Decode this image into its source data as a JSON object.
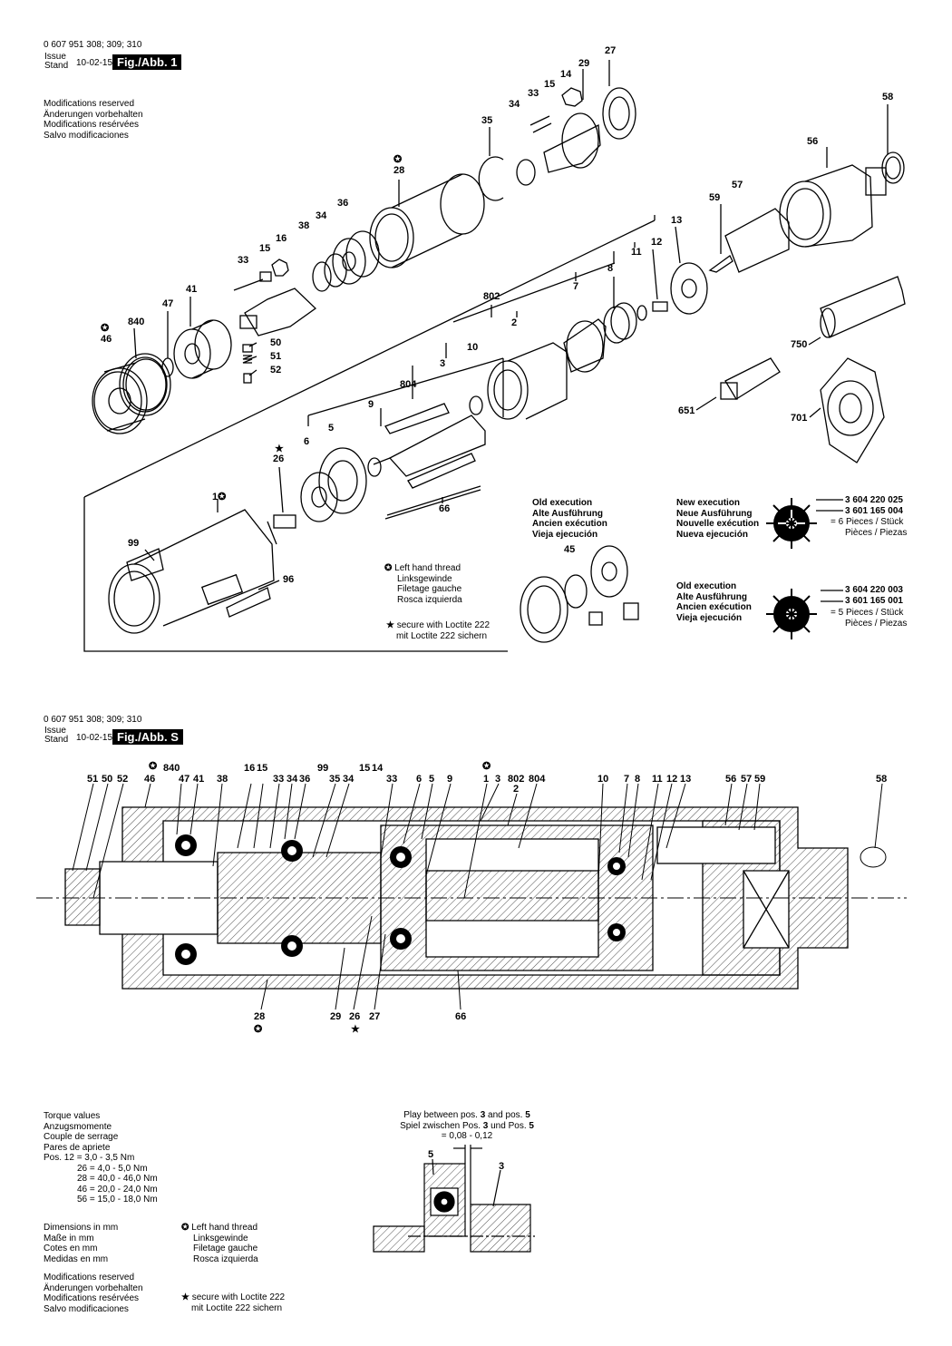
{
  "sheet1": {
    "header": {
      "part_numbers": "0 607 951 308; 309; 310",
      "issue_label": "Issue",
      "stand_label": "Stand",
      "date": "10-02-15",
      "figure_label": "Fig./Abb. 1"
    },
    "modifications": [
      "Modifications reserved",
      "Änderungen vorbehalten",
      "Modifications resérvées",
      "Salvo modificaciones"
    ],
    "left_hand_thread": [
      "Left hand thread",
      "Linksgewinde",
      "Filetage gauche",
      "Rosca izquierda"
    ],
    "loctite": [
      "secure with Loctite 222",
      "mit Loctite 222 sichern"
    ],
    "old_execution_45": [
      "Old execution",
      "Alte Ausführung",
      "Ancien exécution",
      "Vieja ejecución"
    ],
    "new_execution": [
      "New execution",
      "Neue Ausführung",
      "Nouvelle exécution",
      "Nueva ejecución"
    ],
    "new_parts": [
      "3 604 220 025",
      "3 601 165 004"
    ],
    "new_pieces": [
      "= 6 Pieces / Stück",
      "Pièces / Piezas"
    ],
    "old_execution": [
      "Old execution",
      "Alte Ausführung",
      "Ancien exécution",
      "Vieja ejecución"
    ],
    "old_parts": [
      "3 604 220 003",
      "3 601 165 001"
    ],
    "old_pieces": [
      "= 5 Pieces / Stück",
      "Pièces / Piezas"
    ],
    "callouts": [
      "27",
      "29",
      "14",
      "15",
      "33",
      "34",
      "35",
      "58",
      "56",
      "28",
      "57",
      "59",
      "13",
      "36",
      "34",
      "38",
      "16",
      "15",
      "33",
      "12",
      "11",
      "8",
      "41",
      "47",
      "840",
      "46",
      "802",
      "7",
      "2",
      "50",
      "51",
      "52",
      "10",
      "3",
      "804",
      "750",
      "651",
      "701",
      "9",
      "5",
      "6",
      "26",
      "1",
      "99",
      "96",
      "66",
      "45"
    ]
  },
  "sheet2": {
    "header": {
      "part_numbers": "0 607 951 308; 309; 310",
      "issue_label": "Issue",
      "stand_label": "Stand",
      "date": "10-02-15",
      "figure_label": "Fig./Abb. S"
    },
    "top_labels": [
      "51",
      "50",
      "52",
      "46",
      "47",
      "41",
      "38",
      "16",
      "15",
      "33",
      "34",
      "36",
      "35",
      "34",
      "33",
      "6",
      "5",
      "9",
      "1",
      "3",
      "802",
      "804",
      "10",
      "7",
      "8",
      "11",
      "12",
      "13",
      "56",
      "57",
      "59",
      "58"
    ],
    "top_upper": [
      "840",
      "99",
      "15",
      "14",
      "2"
    ],
    "bottom_labels": [
      "28",
      "29",
      "26",
      "27",
      "66"
    ],
    "torque": {
      "title": [
        "Torque values",
        "Anzugsmomente",
        "Couple de serrage",
        "Pares de apriete"
      ],
      "rows": [
        "Pos. 12 =   3,0 -   3,5 Nm",
        "26 =   4,0 -   5,0 Nm",
        "28 = 40,0 - 46,0 Nm",
        "46 = 20,0 - 24,0 Nm",
        "56 = 15,0 - 18,0 Nm"
      ]
    },
    "dimensions": [
      "Dimensions in mm",
      "Maße in mm",
      "Cotes en mm",
      "Medidas en mm"
    ],
    "left_hand_thread": [
      "Left hand thread",
      "Linksgewinde",
      "Filetage gauche",
      "Rosca izquierda"
    ],
    "modifications": [
      "Modifications reserved",
      "Änderungen vorbehalten",
      "Modifications resérvées",
      "Salvo modificaciones"
    ],
    "loctite": [
      "secure with Loctite 222",
      "mit Loctite 222 sichern"
    ],
    "play": {
      "line1_a": "Play between pos. ",
      "line1_b": "3",
      "line1_c": " and pos. ",
      "line1_d": "5",
      "line2_a": "Spiel zwischen Pos. ",
      "line2_b": "3",
      "line2_c": " und Pos. ",
      "line2_d": "5",
      "value": "= 0,08 - 0,12",
      "label5": "5",
      "label3": "3"
    }
  }
}
